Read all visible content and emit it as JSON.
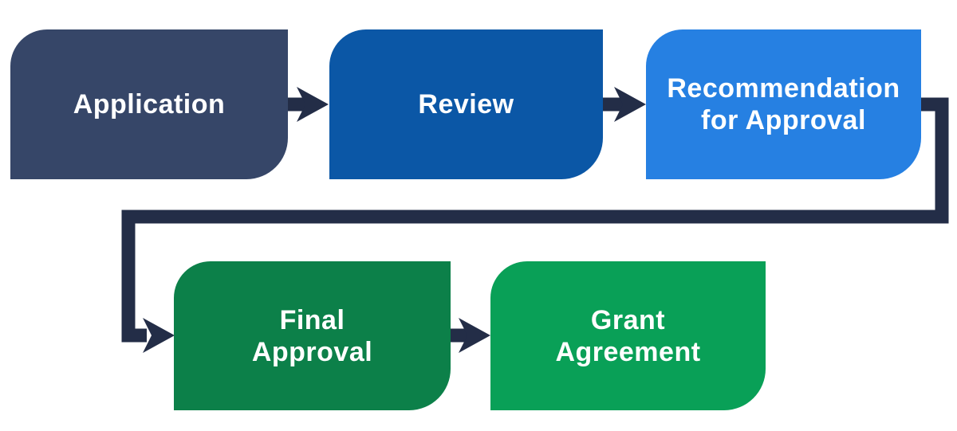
{
  "diagram": {
    "background": "#ffffff",
    "text_color": "#ffffff",
    "connector_color": "#232d47",
    "nodes": [
      {
        "id": "application",
        "label": "Application",
        "color": "#364668"
      },
      {
        "id": "review",
        "label": "Review",
        "color": "#0b57a6"
      },
      {
        "id": "recommendation",
        "label": "Recommendation\nfor Approval",
        "color": "#2680e2"
      },
      {
        "id": "final-approval",
        "label": "Final\nApproval",
        "color": "#0c8049"
      },
      {
        "id": "grant-agreement",
        "label": "Grant\nAgreement",
        "color": "#09a057"
      }
    ],
    "edges": [
      {
        "from": "application",
        "to": "review",
        "style": "straight-arrow"
      },
      {
        "from": "review",
        "to": "recommendation",
        "style": "straight-arrow"
      },
      {
        "from": "recommendation",
        "to": "final-approval",
        "style": "elbow-arrow"
      },
      {
        "from": "final-approval",
        "to": "grant-agreement",
        "style": "straight-arrow"
      }
    ]
  }
}
